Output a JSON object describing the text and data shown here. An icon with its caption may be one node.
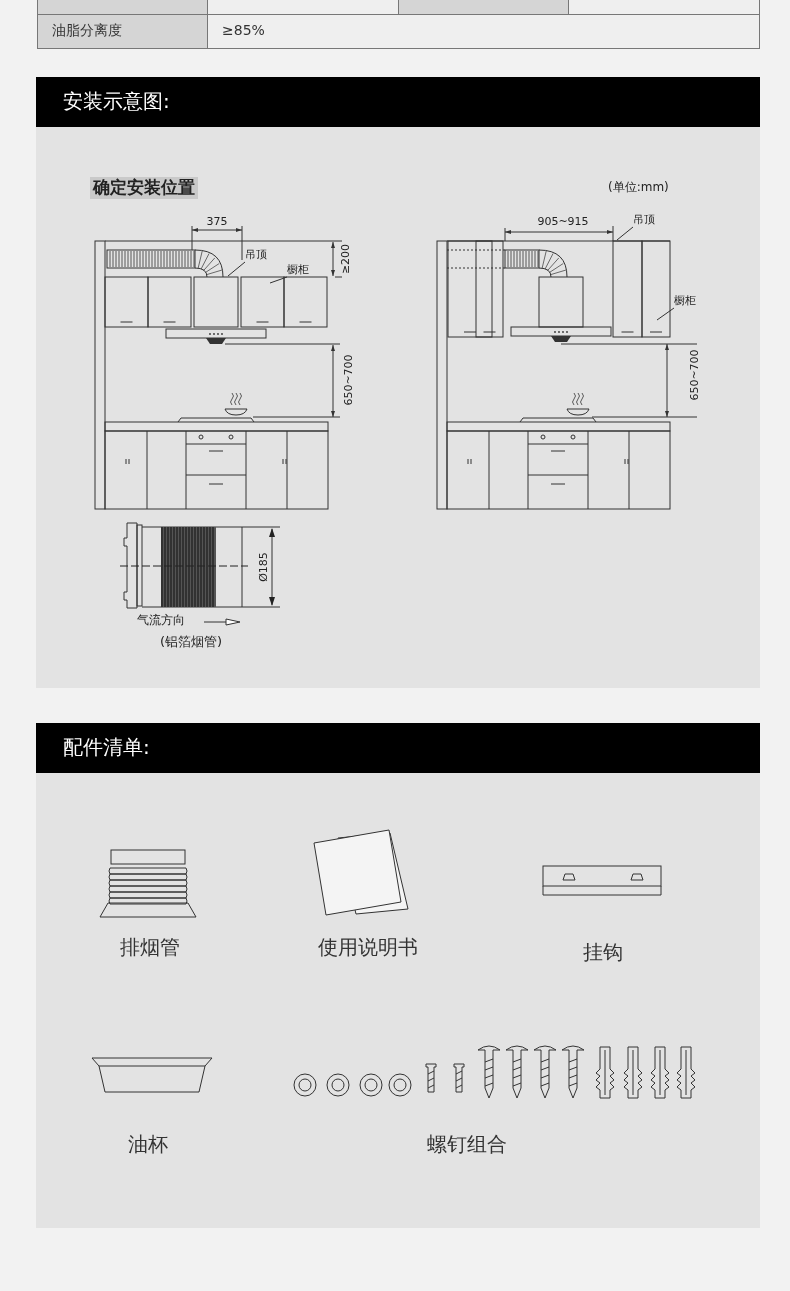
{
  "diagram": {
    "nodes": [
      {
        "text": [
          "吊顶"
        ]
      },
      {
        "text": [
          "橱柜"
        ]
      },
      {
        "text": [
          "吊顶"
        ]
      },
      {
        "text": [
          "橱柜"
        ]
      }
    ],
    "edges": [
      {
        "from": 0,
        "to": null,
        "arrow": "none"
      },
      {
        "from": 1,
        "to": null,
        "arrow": "none"
      },
      {
        "from": 2,
        "to": null,
        "arrow": "none"
      },
      {
        "from": 3,
        "to": null,
        "arrow": "none"
      }
    ],
    "labels": [
      "油脂分离度",
      "≥85%",
      "安装示意图:",
      "确定安装位置",
      "(单位:mm)",
      "375",
      "≥200",
      "650~700",
      "905~915",
      "650~700",
      "Ø185",
      "气流方向",
      "(铝箔烟管)",
      "配件清单:",
      "排烟管",
      "使用说明书",
      "挂钩",
      "油杯",
      "螺钉组合"
    ]
  }
}
